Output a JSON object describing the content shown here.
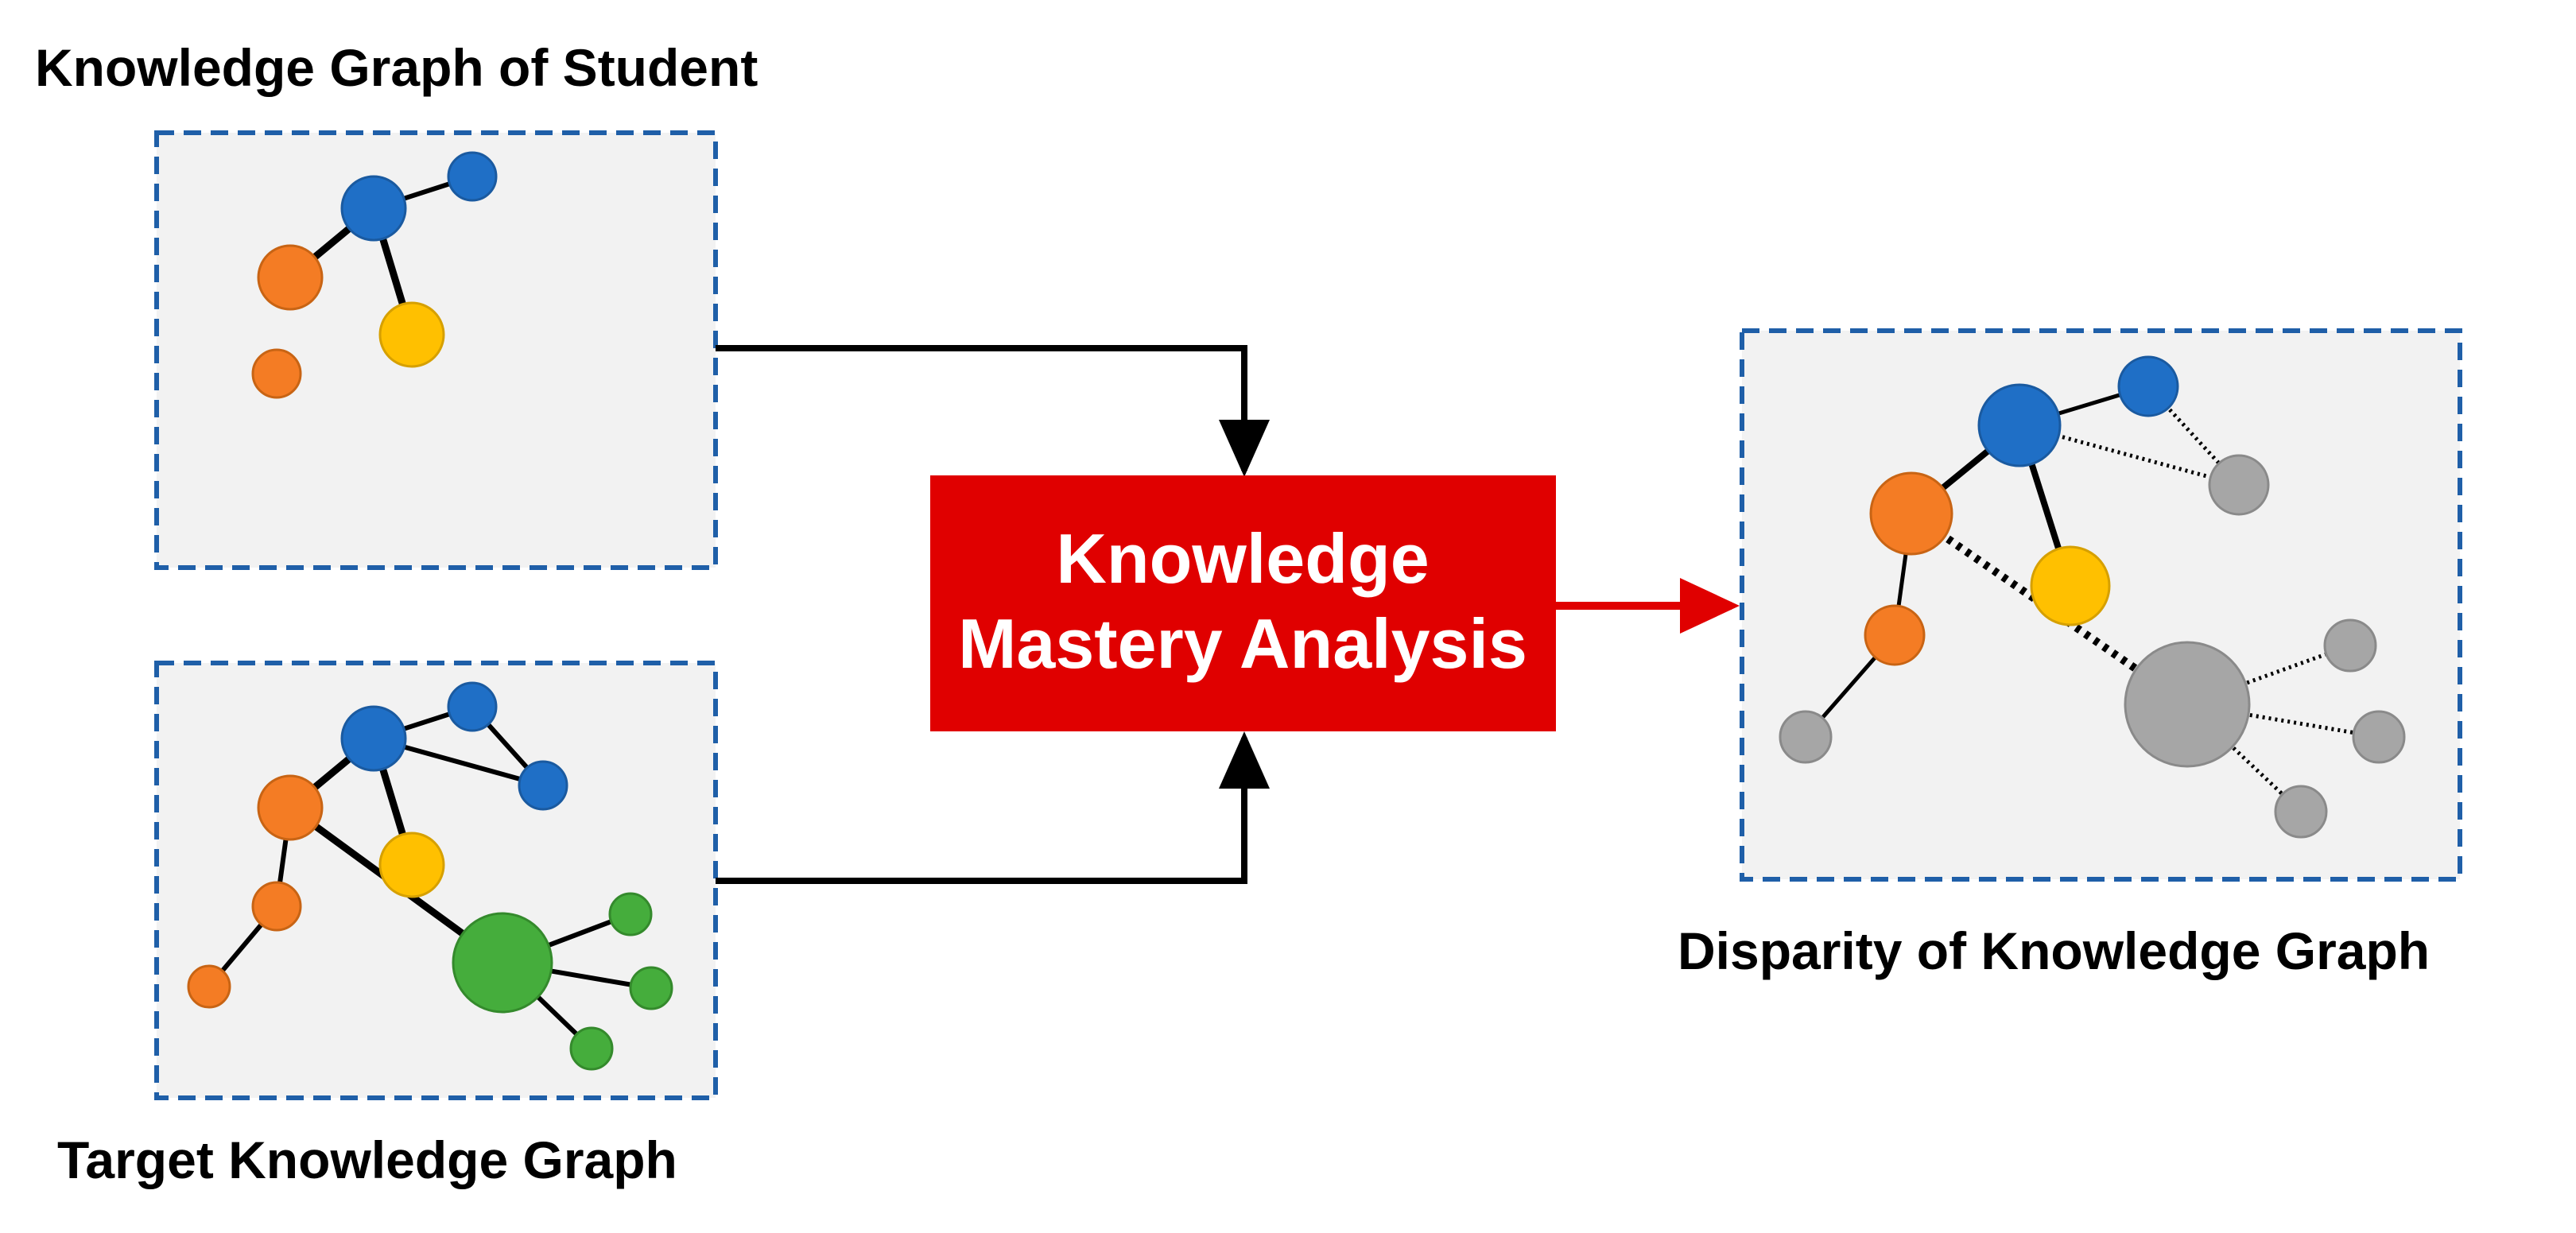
{
  "labels": {
    "student_graph": "Knowledge Graph of Student",
    "target_graph": "Target Knowledge Graph",
    "disparity_graph": "Disparity of Knowledge Graph"
  },
  "analysis_box": {
    "line1": "Knowledge",
    "line2": "Mastery Analysis"
  },
  "colors": {
    "blue": "#1f6fc6",
    "orange": "#f47c24",
    "yellow": "#ffc000",
    "green": "#45ad3c",
    "gray": "#a6a6a6",
    "panel_bg": "#f2f2f2",
    "panel_border": "#1f5fa8",
    "analysis_box": "#e00000",
    "arrow_red": "#e00000",
    "arrow_black": "#000000"
  }
}
